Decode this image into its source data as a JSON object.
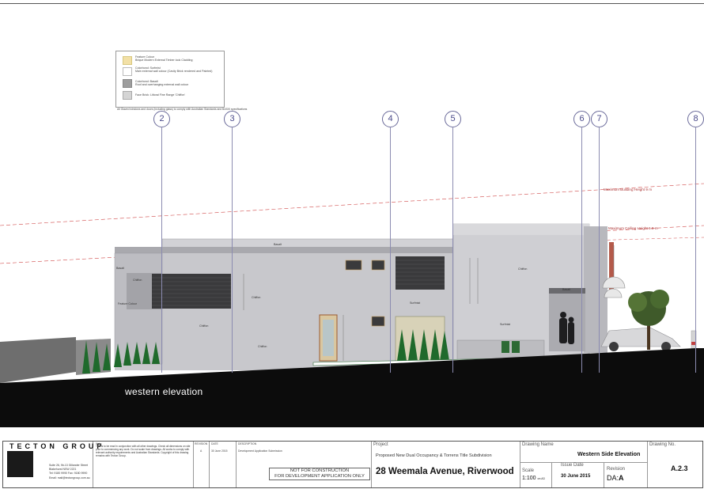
{
  "legend": {
    "entries": [
      {
        "color": "#f2e0a6",
        "text": "Feature Colour\nBrique Modern External Timber look Cladding"
      },
      {
        "color": "#ffffff",
        "text": "Colorbond: Surfmist\nMain external wall colour (Cavity Brick rendered and Painted)"
      },
      {
        "color": "#9e9e9e",
        "text": "Colorbond: Basalt\nRoof and overhanging external wall colour"
      },
      {
        "color": "#d4d4d4",
        "text": "Face Brick: Littoral Fine Range 'Chiffon'"
      }
    ],
    "note": "All Glazed windows and doors (including glass) to comply with Australian Standards and BASIX specifications"
  },
  "grid_lines": [
    "2",
    "3",
    "4",
    "5",
    "6",
    "7",
    "8"
  ],
  "height_lines": {
    "max_building": "Maximum Building Height 9 m",
    "max_ceiling": "Maximum Ceiling Height 6.8 m"
  },
  "material_tags": {
    "basalt": "Basalt",
    "chiffon": "Chiffon",
    "surfmist": "Surfmist",
    "feature_colour": "Feature Colour"
  },
  "elevation_title": "western elevation",
  "title_block": {
    "company": "TECTON GROUP",
    "address_lines": [
      "Suite 26, 9b-13 Gillander Street",
      "Blakehurst NSW 2221",
      "Tel: 9180 9990    Fax: 9180 9990",
      "Email: mail@tectongroup.com.au"
    ],
    "notes_header": "Note:",
    "notes": "This is to be read in conjunction with all other drawings. Check all dimensions on site prior to commencing any work. Do not scale from drawings. All works to comply with relevant authority requirements and Australian Standards. Copyright of this drawing remains with Tecton Group.",
    "revision_header": "REVISION",
    "date_header": "DATE",
    "description_header": "DESCRIPTION",
    "revision_value": "A",
    "date_value": "30 June 2015",
    "description_value": "Development Application Submission",
    "not_for_construction_1": "NOT FOR CONSTRUCTION",
    "not_for_construction_2": "FOR DEVELOPMENT APPLICATION ONLY",
    "project_header": "Project",
    "project_subtitle": "Proposed New Dual Occupancy & Torrens Title Subdivision",
    "project_address": "28 Weemala Avenue, Riverwood",
    "drawing_name_header": "Drawing Name",
    "drawing_name": "Western Side Elevation",
    "scale_header": "Scale",
    "scale": "1:100",
    "scale_sheet": "on A3",
    "issue_date_header": "Issue Date",
    "issue_date": "30 June 2015",
    "revision_label": "Revision",
    "revision_prefix": "DA:",
    "revision_letter": "A",
    "drawing_no_header": "Drawing No.",
    "drawing_no": "A.2.3"
  }
}
